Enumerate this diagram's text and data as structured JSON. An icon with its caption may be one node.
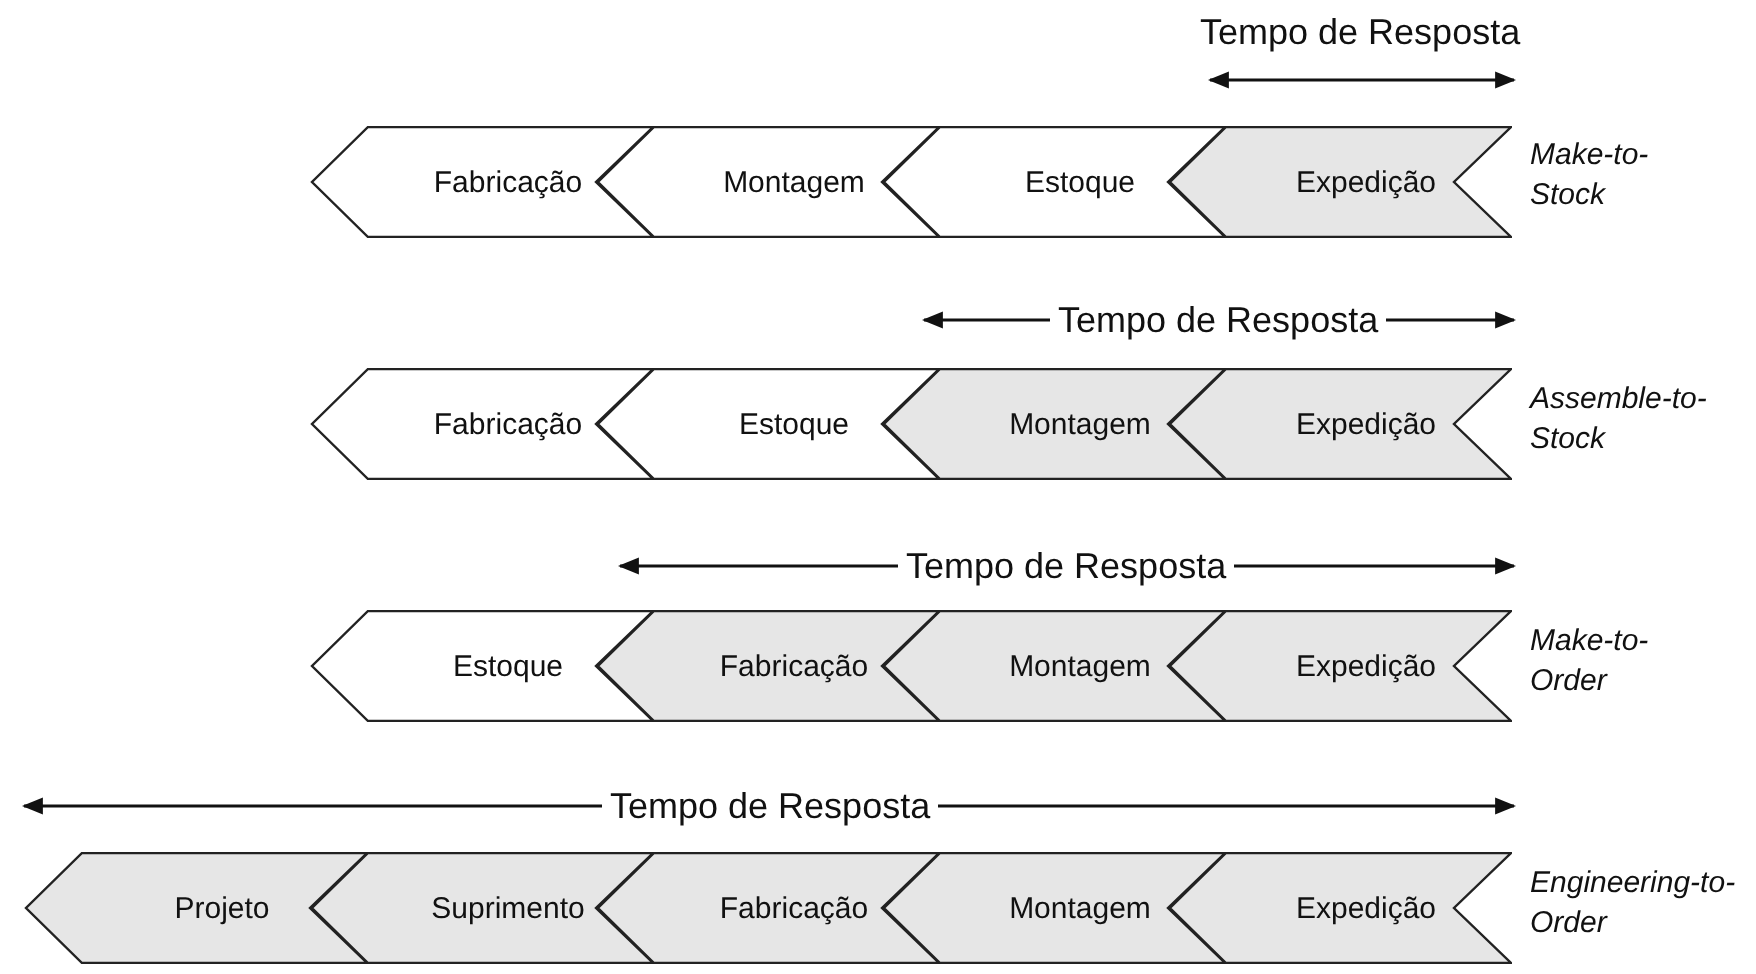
{
  "diagram": {
    "nodes": [
      {
        "text": [
          "Fabricação"
        ]
      },
      {
        "text": [
          "Montagem"
        ]
      },
      {
        "text": [
          "Estoque"
        ]
      },
      {
        "text": [
          "Expedição"
        ]
      },
      {
        "text": [
          "Fabricação"
        ]
      },
      {
        "text": [
          "Estoque"
        ]
      },
      {
        "text": [
          "Montagem"
        ]
      },
      {
        "text": [
          "Expedição"
        ]
      },
      {
        "text": [
          "Estoque"
        ]
      },
      {
        "text": [
          "Fabricação"
        ]
      },
      {
        "text": [
          "Montagem"
        ]
      },
      {
        "text": [
          "Expedição"
        ]
      },
      {
        "text": [
          "Projeto"
        ]
      },
      {
        "text": [
          "Suprimento"
        ]
      },
      {
        "text": [
          "Fabricação"
        ]
      },
      {
        "text": [
          "Montagem"
        ]
      },
      {
        "text": [
          "Expedição"
        ]
      }
    ],
    "edges": [],
    "labels": [
      "Tempo de Resposta",
      "Make-to-Stock",
      "Tempo de Resposta",
      "Assemble-to-Stock",
      "Tempo de Resposta",
      "Make-to-Order",
      "Tempo de Resposta",
      "Engineering-to-Order"
    ]
  }
}
